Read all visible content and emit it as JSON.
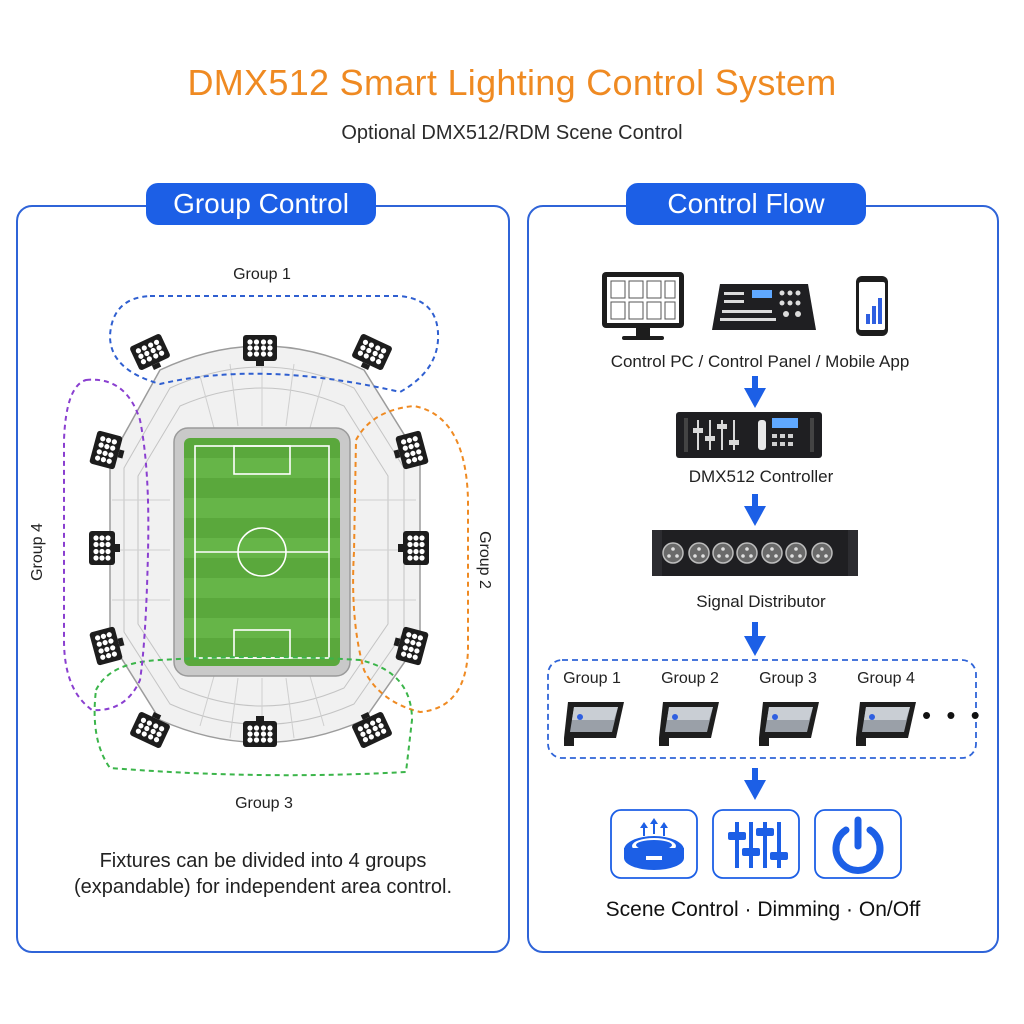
{
  "header": {
    "title": "DMX512 Smart Lighting Control System",
    "subtitle": "Optional DMX512/RDM Scene Control"
  },
  "group_control": {
    "heading": "Group Control",
    "groups": [
      "Group 1",
      "Group 2",
      "Group 3",
      "Group 4"
    ],
    "caption_line1": "Fixtures can be divided into 4 groups",
    "caption_line2": "(expandable) for independent area control.",
    "group_colors": {
      "group1": "#2f5fd0",
      "group2": "#ef8a22",
      "group3": "#3bb54a",
      "group4": "#8a3fd0"
    },
    "field_color": "#5aa83c"
  },
  "control_flow": {
    "heading": "Control Flow",
    "sources_label": "Control PC / Control Panel / Mobile App",
    "controller_label": "DMX512 Controller",
    "distributor_label": "Signal Distributor",
    "groups": [
      "Group 1",
      "Group 2",
      "Group 3",
      "Group 4"
    ],
    "more": "• • •",
    "functions_label": "Scene Control · Dimming · On/Off",
    "functions": [
      "stadium-scene-icon",
      "dimming-sliders-icon",
      "power-icon"
    ],
    "accent_color": "#1c5fe6"
  }
}
